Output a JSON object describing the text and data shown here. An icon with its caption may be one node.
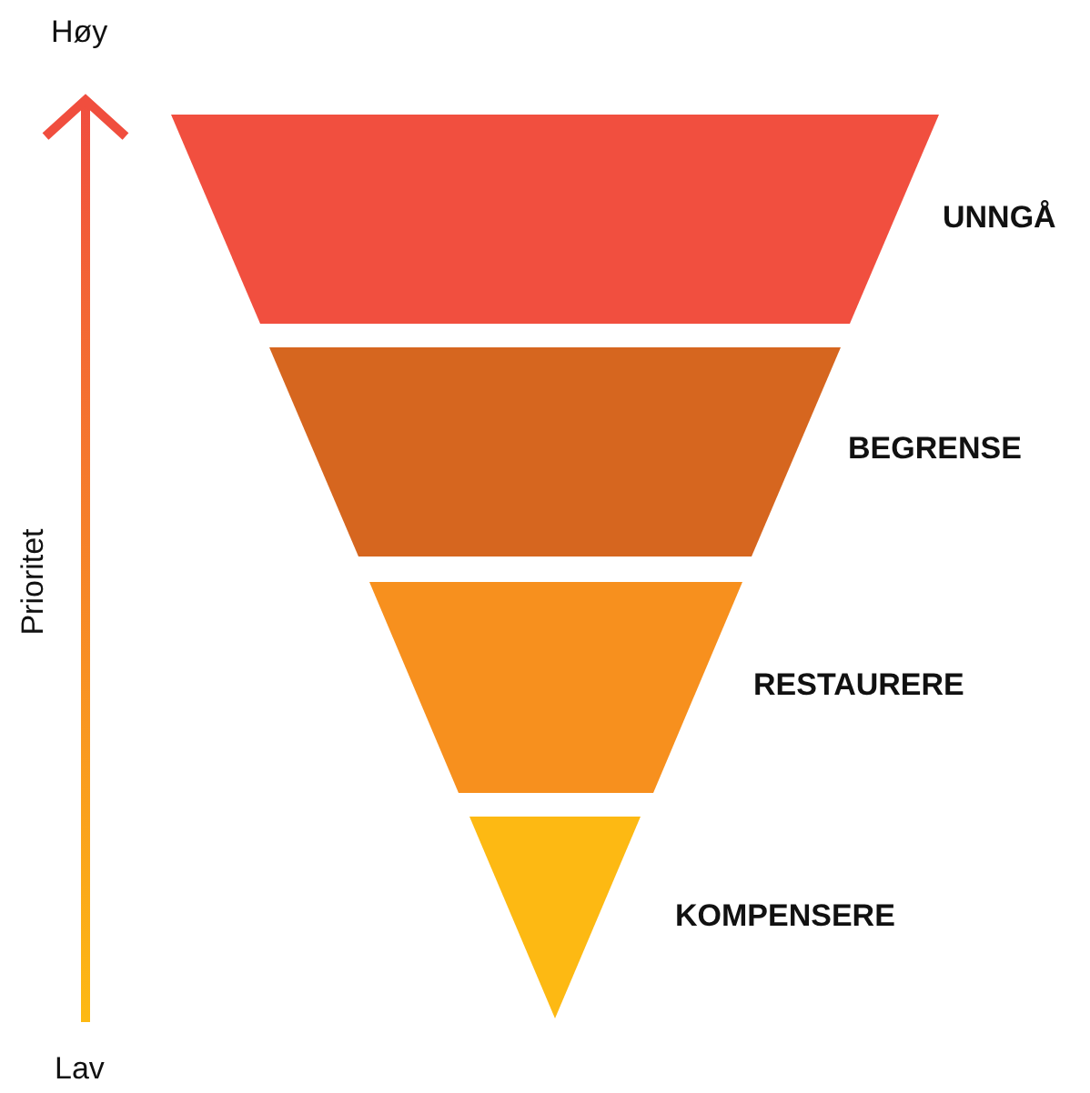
{
  "diagram": {
    "nodes": [
      {
        "text": [],
        "shape": "trapezoid",
        "beside": [
          "UNNGÅ"
        ]
      },
      {
        "text": [],
        "shape": "trapezoid",
        "beside": [
          "BEGRENSE"
        ]
      },
      {
        "text": [],
        "shape": "trapezoid",
        "beside": [
          "RESTAURERE"
        ]
      },
      {
        "text": [],
        "shape": "triangle",
        "beside": [
          "KOMPENSERE"
        ]
      }
    ],
    "edges": [],
    "labels": [
      "Høy",
      "Prioritet",
      "Lav"
    ]
  }
}
